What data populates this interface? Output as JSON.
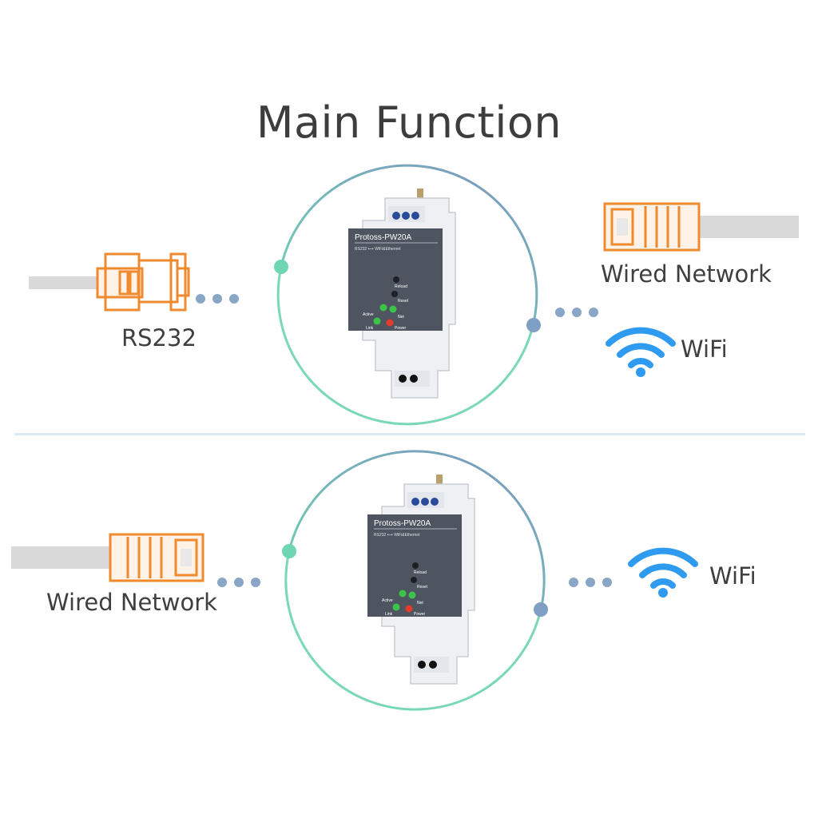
{
  "title": "Main Function",
  "top": {
    "left_label": "RS232",
    "right_top_label": "Wired Network",
    "right_bottom_label": "WiFi"
  },
  "bottom": {
    "left_label": "Wired Network",
    "right_label": "WiFi"
  },
  "device": {
    "model": "Protoss-PW20A",
    "subtitle": "RS232 ⟷ WiFi&Ethernet",
    "reload": "Reload",
    "reset": "Reset",
    "active": "Active",
    "net": "Net",
    "link": "Link",
    "power": "Power"
  },
  "colors": {
    "connector_orange": "#ef8a2e",
    "cable_gray": "#d6d6d6",
    "ring_green": "#6fd0b0",
    "ring_blue": "#7f9fc4",
    "dot_gray": "#8aa6c6",
    "wifi_blue": "#2f9bf0",
    "panel_dark": "#4e5560"
  }
}
